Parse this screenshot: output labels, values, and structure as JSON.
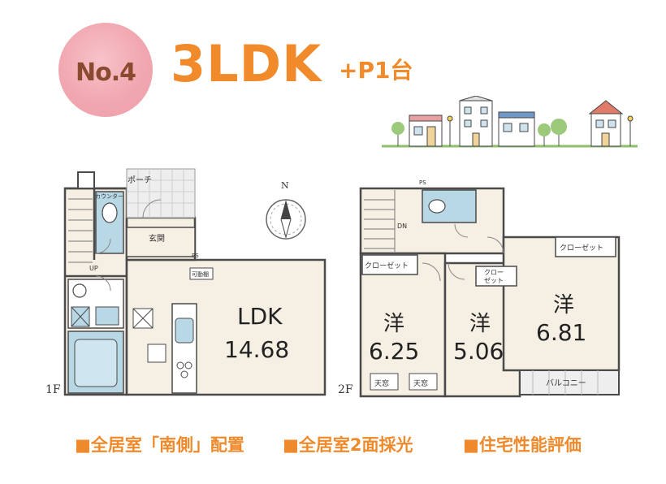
{
  "header": {
    "badge": "No.4",
    "layout_type": "3LDK",
    "parking": "+P1台"
  },
  "first_floor": {
    "floor_label": "1F",
    "porch": "ポーチ",
    "counter": "カウンター",
    "entrance": "玄関",
    "ps": "PS",
    "movable_shelf": "可動棚",
    "up": "UP",
    "ldk_name": "LDK",
    "ldk_size": "14.68"
  },
  "second_floor": {
    "floor_label": "2F",
    "ps": "PS",
    "dn": "DN",
    "closet_left": "クローゼット",
    "closet_middle_line1": "クロー",
    "closet_middle_line2": "ゼット",
    "closet_right": "クローゼット",
    "room_left_name": "洋",
    "room_left_size": "6.25",
    "room_mid_name": "洋",
    "room_mid_size": "5.06",
    "room_right_name": "洋",
    "room_right_size": "6.81",
    "skylight_1": "天窓",
    "skylight_2": "天窓",
    "balcony": "バルコニー"
  },
  "compass": {
    "north": "N"
  },
  "features": [
    "■全居室「南側」配置",
    "■全居室2面採光",
    "■住宅性能評価"
  ],
  "colors": {
    "accent_orange": "#f08a2a",
    "badge_pink": "#f1a7b0",
    "floor_beige": "#f6efe4",
    "water_blue": "#b8d8e6",
    "wall": "#4a4a4a"
  }
}
